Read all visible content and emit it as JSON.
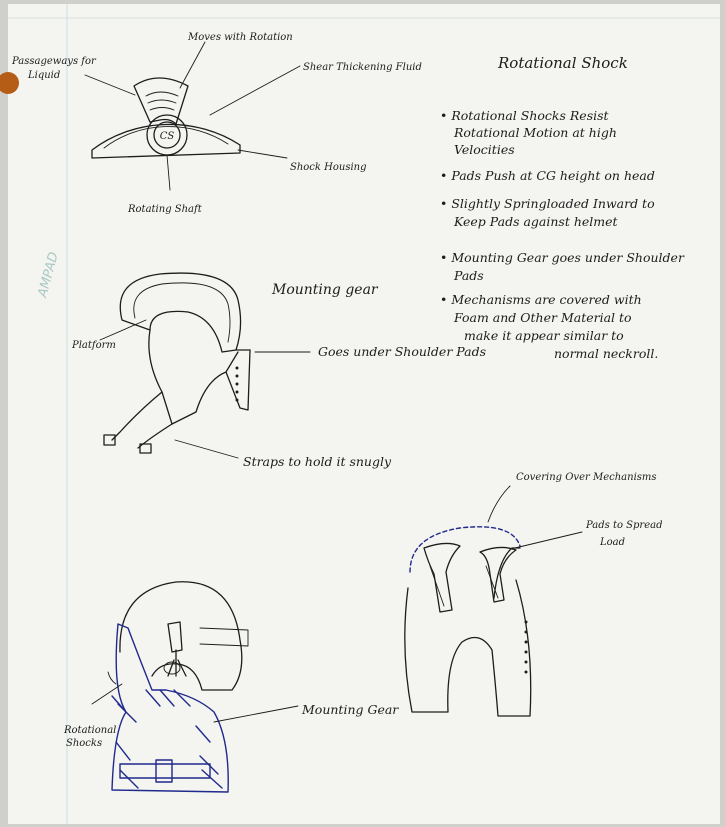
{
  "diagram1": {
    "labels": {
      "passageways": [
        "Passageways for",
        "Liquid"
      ],
      "moves": "Moves with Rotation",
      "shear": "Shear Thickening Fluid",
      "housing": "Shock Housing",
      "shaft": "Rotating Shaft",
      "hub": "CS"
    }
  },
  "title": "Rotational Shock",
  "bullets": [
    [
      "• Rotational Shocks Resist",
      "Rotational Motion at high",
      "Velocities"
    ],
    [
      "• Pads Push at CG height on head"
    ],
    [
      "• Slightly Springloaded Inward to",
      "Keep Pads against helmet"
    ],
    [
      "• Mounting Gear goes under Shoulder",
      "Pads"
    ],
    [
      "• Mechanisms are covered with",
      "Foam and Other Material to",
      "make it appear similar to",
      "normal neckroll."
    ]
  ],
  "mounting": {
    "title": "Mounting gear",
    "platform": "Platform",
    "goes_under": "Goes under Shoulder Pads",
    "straps": "Straps to hold it snugly"
  },
  "covered": {
    "covering": "Covering Over Mechanisms",
    "pads": [
      "Pads to Spread",
      "Load"
    ]
  },
  "assembly": {
    "rot_shocks": [
      "Rotational",
      "Shocks"
    ],
    "mounting_gear": "Mounting Gear"
  },
  "margin_stamp": "AMPAD"
}
